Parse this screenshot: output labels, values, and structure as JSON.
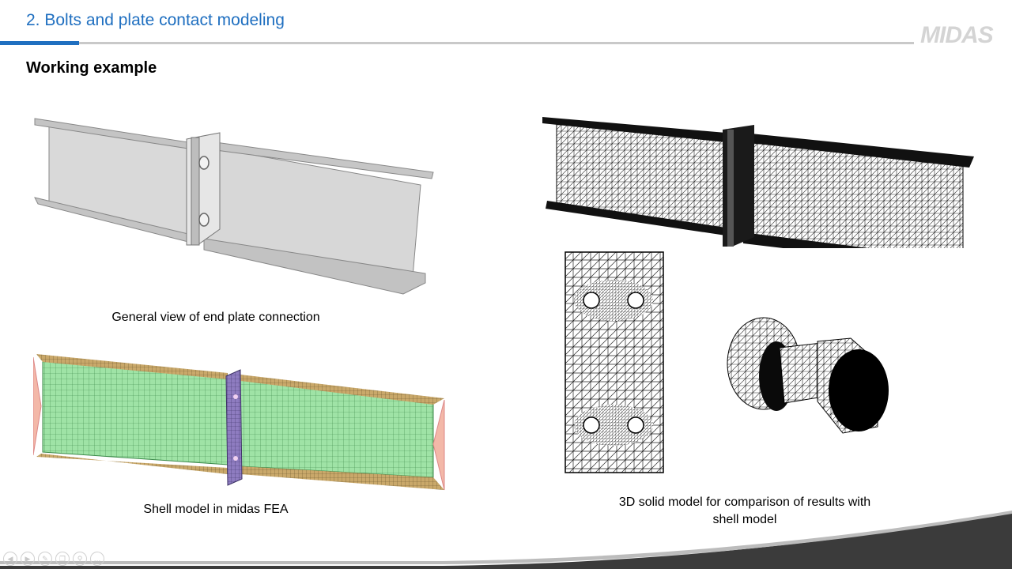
{
  "header": {
    "title": "2. Bolts and plate contact modeling",
    "logo_text": "MIDAS",
    "accent_color": "#1f6fc0"
  },
  "section": {
    "heading": "Working example"
  },
  "figures": {
    "general_view": {
      "caption": "General view of end plate connection"
    },
    "shell_model": {
      "caption": "Shell model in midas FEA"
    },
    "solid_model": {
      "caption_line1": "3D solid model for comparison of results with",
      "caption_line2": "shell model"
    }
  },
  "navigation": {
    "buttons": [
      {
        "icon": "prev-icon",
        "glyph": "◀"
      },
      {
        "icon": "next-icon",
        "glyph": "▶"
      },
      {
        "icon": "pen-icon",
        "glyph": "✎"
      },
      {
        "icon": "slides-icon",
        "glyph": "❐"
      },
      {
        "icon": "zoom-icon",
        "glyph": "⚲"
      },
      {
        "icon": "more-icon",
        "glyph": "…"
      }
    ]
  }
}
